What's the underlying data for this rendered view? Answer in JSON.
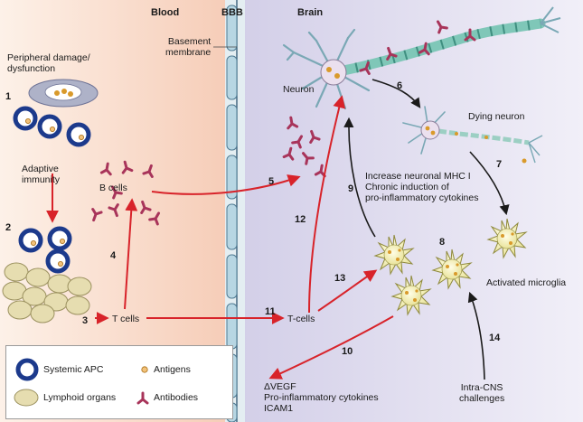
{
  "headers": {
    "blood": "Blood",
    "bbb": "BBB",
    "brain": "Brain"
  },
  "labels": {
    "basement_membrane": "Basement\nmembrane",
    "peripheral_damage": "Peripheral damage/\ndysfunction",
    "adaptive_immunity": "Adaptive\nimmunity",
    "b_cells": "B cells",
    "t_cells_blood": "T cells",
    "t_cells_brain": "T-cells",
    "neuron": "Neuron",
    "dying_neuron": "Dying neuron",
    "activated_microglia": "Activated microglia",
    "mhc_text": "Increase neuronal MHC I\nChronic induction of\npro-inflammatory cytokines",
    "vegf_text": "ΔVEGF\nPro-inflammatory cytokines\nICAM1",
    "intra_cns": "Intra-CNS\nchallenges"
  },
  "steps": [
    "1",
    "2",
    "3",
    "4",
    "5",
    "6",
    "7",
    "8",
    "9",
    "10",
    "11",
    "12",
    "13",
    "14"
  ],
  "legend": {
    "systemic_apc": "Systemic APC",
    "lymphoid_organs": "Lymphoid organs",
    "antigens": "Antigens",
    "antibodies": "Antibodies"
  },
  "colors": {
    "arrow_red": "#d8232a",
    "arrow_black": "#1a1a1a",
    "apc_blue": "#1c3a8c",
    "antibody": "#a8345a",
    "antigen": "#d99a2b",
    "lymphoid": "#e6ddb0",
    "microglia": "#f4f1c4",
    "neuron_axon": "#7fc7b8",
    "bbb_cell": "#b7d6e3"
  }
}
